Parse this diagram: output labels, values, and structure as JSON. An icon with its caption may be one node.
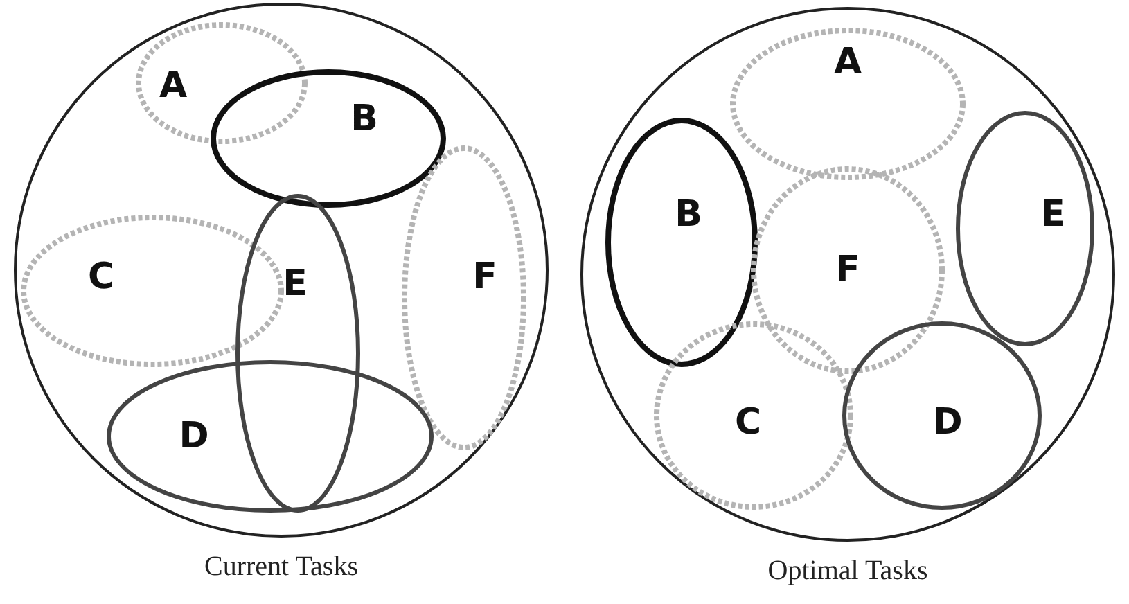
{
  "diagram": {
    "nodes": [
      {
        "text": [],
        "shape": "circle",
        "beside": [
          "Current Tasks"
        ]
      },
      {
        "text": [
          "A"
        ],
        "in": 0
      },
      {
        "text": [
          "B"
        ],
        "in": 0
      },
      {
        "text": [
          "C"
        ],
        "in": 0
      },
      {
        "text": [
          "E"
        ],
        "in": 0
      },
      {
        "text": [
          "F"
        ],
        "in": 0
      },
      {
        "text": [
          "D"
        ],
        "in": 0
      },
      {
        "text": [],
        "shape": "circle",
        "beside": [
          "Optimal Tasks"
        ]
      },
      {
        "text": [
          "A"
        ],
        "in": 7
      },
      {
        "text": [
          "B"
        ],
        "in": 7
      },
      {
        "text": [
          "E"
        ],
        "in": 7
      },
      {
        "text": [
          "F"
        ],
        "in": 7
      },
      {
        "text": [
          "C"
        ],
        "in": 7
      },
      {
        "text": [
          "D"
        ],
        "in": 7
      }
    ]
  }
}
